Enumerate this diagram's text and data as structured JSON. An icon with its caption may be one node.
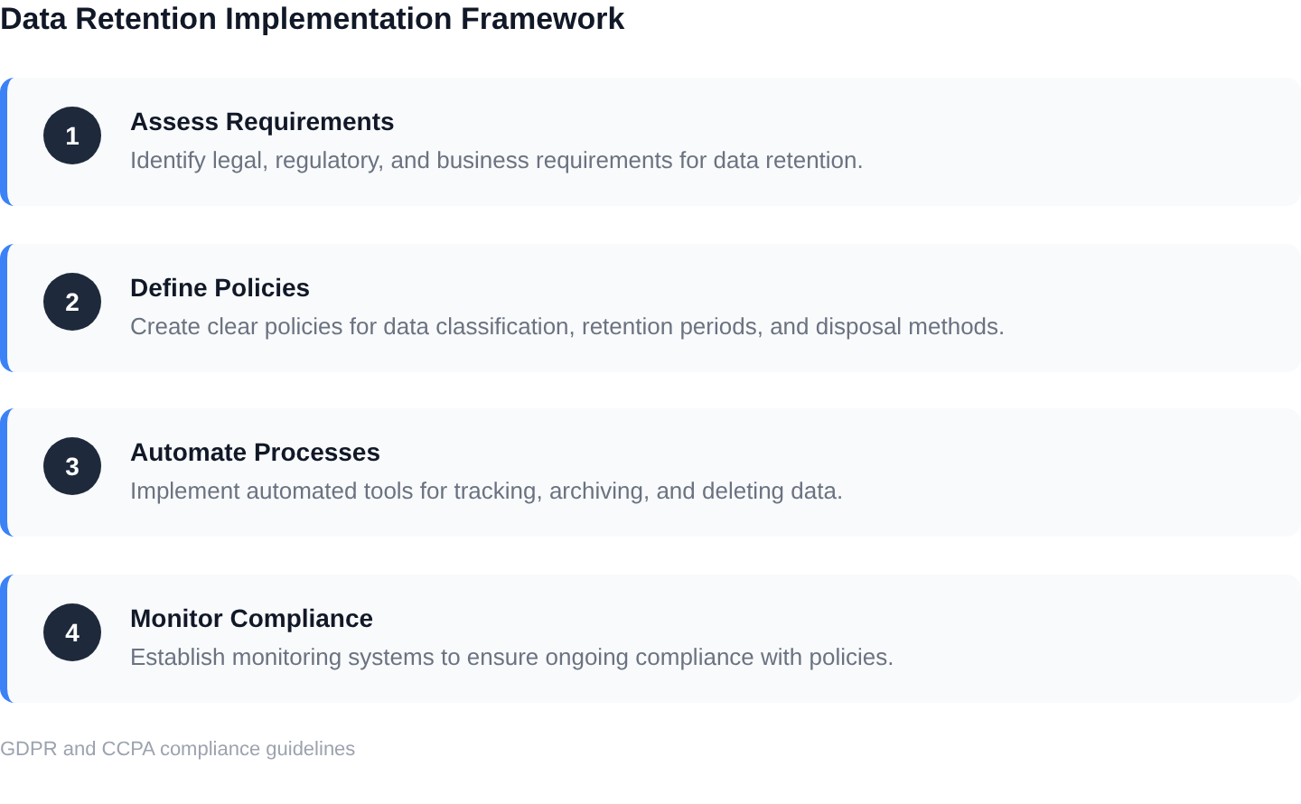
{
  "diagram": {
    "title": "Data Retention Implementation Framework",
    "nodes": [
      {
        "text": [
          "Assess Requirements",
          "Identify legal, regulatory, and business requirements for data retention."
        ]
      },
      {
        "text": [
          "1"
        ],
        "in": 0
      },
      {
        "text": [
          "Define Policies",
          "Create clear policies for data classification, retention periods, and disposal methods."
        ]
      },
      {
        "text": [
          "2"
        ],
        "in": 2
      },
      {
        "text": [
          "Automate Processes",
          "Implement automated tools for tracking, archiving, and deleting data."
        ]
      },
      {
        "text": [
          "3"
        ],
        "in": 4
      },
      {
        "text": [
          "Monitor Compliance",
          "Establish monitoring systems to ensure ongoing compliance with policies."
        ]
      },
      {
        "text": [
          "4"
        ],
        "in": 6
      }
    ],
    "caption": "GDPR and CCPA compliance guidelines"
  }
}
